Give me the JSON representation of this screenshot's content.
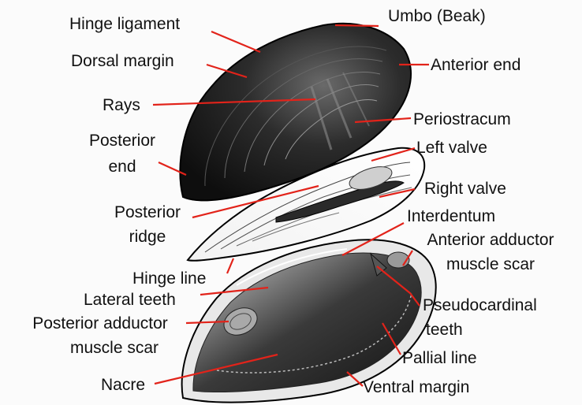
{
  "labels": {
    "hinge_ligament": "Hinge ligament",
    "umbo": "Umbo (Beak)",
    "dorsal_margin": "Dorsal margin",
    "anterior_end": "Anterior end",
    "rays": "Rays",
    "periostracum": "Periostracum",
    "posterior_end_1": "Posterior",
    "posterior_end_2": "end",
    "left_valve": "Left valve",
    "right_valve": "Right valve",
    "posterior_ridge_1": "Posterior",
    "posterior_ridge_2": "ridge",
    "interdentum": "Interdentum",
    "anterior_adductor_1": "Anterior adductor",
    "anterior_adductor_2": "muscle scar",
    "hinge_line": "Hinge line",
    "lateral_teeth": "Lateral teeth",
    "pseudocardinal_1": "Pseudocardinal",
    "pseudocardinal_2": "teeth",
    "posterior_adductor_1": "Posterior adductor",
    "posterior_adductor_2": "muscle scar",
    "pallial_line": "Pallial line",
    "nacre": "Nacre",
    "ventral_margin": "Ventral margin"
  },
  "colors": {
    "leader_line": "#e2231a",
    "shell_dark": "#1c1c1c",
    "text": "#111111"
  }
}
